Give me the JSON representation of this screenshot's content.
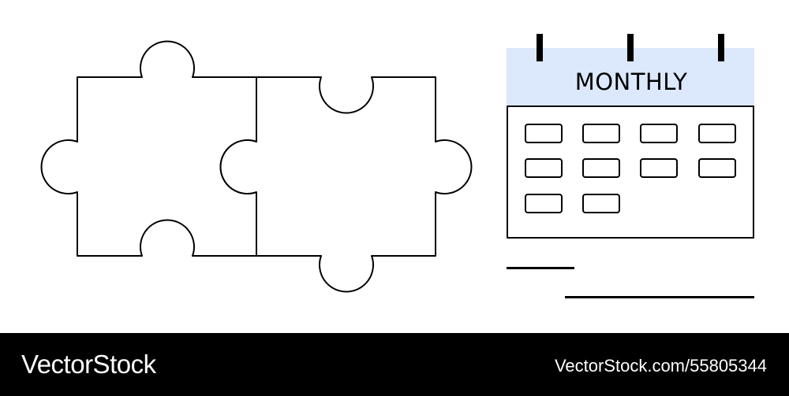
{
  "illustration": {
    "calendar": {
      "title": "MONTHLY",
      "header_color": "#dce8fb",
      "stroke_color": "#000000"
    }
  },
  "footer": {
    "brand": "VectorStock",
    "reference": "VectorStock.com/55805344"
  }
}
